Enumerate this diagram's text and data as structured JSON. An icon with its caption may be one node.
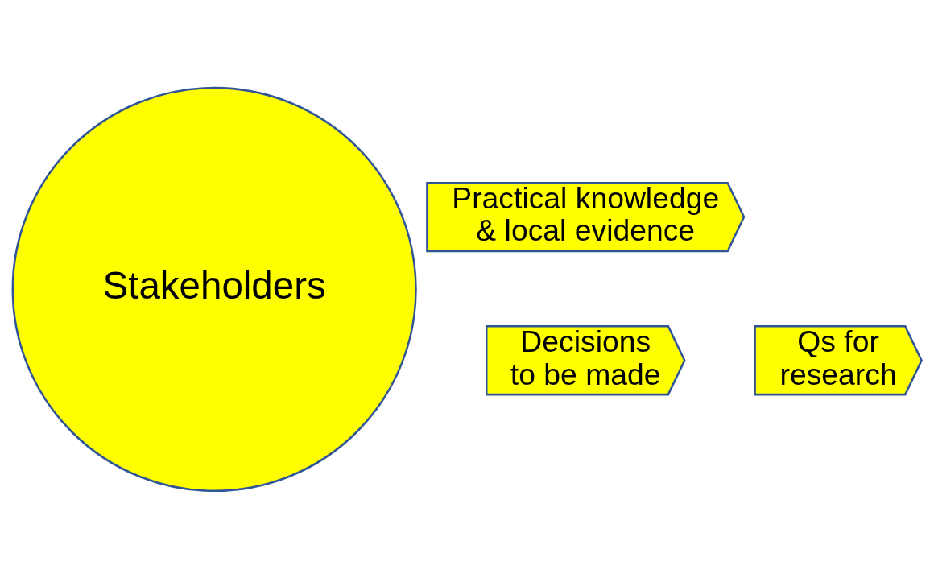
{
  "diagram": {
    "nodes": [
      {
        "text": [
          "Stakeholders"
        ]
      },
      {
        "text": [
          "Practical knowledge & local evidence"
        ]
      },
      {
        "text": [
          "Decisions to be made"
        ]
      },
      {
        "text": [
          "Qs for research"
        ]
      }
    ]
  }
}
